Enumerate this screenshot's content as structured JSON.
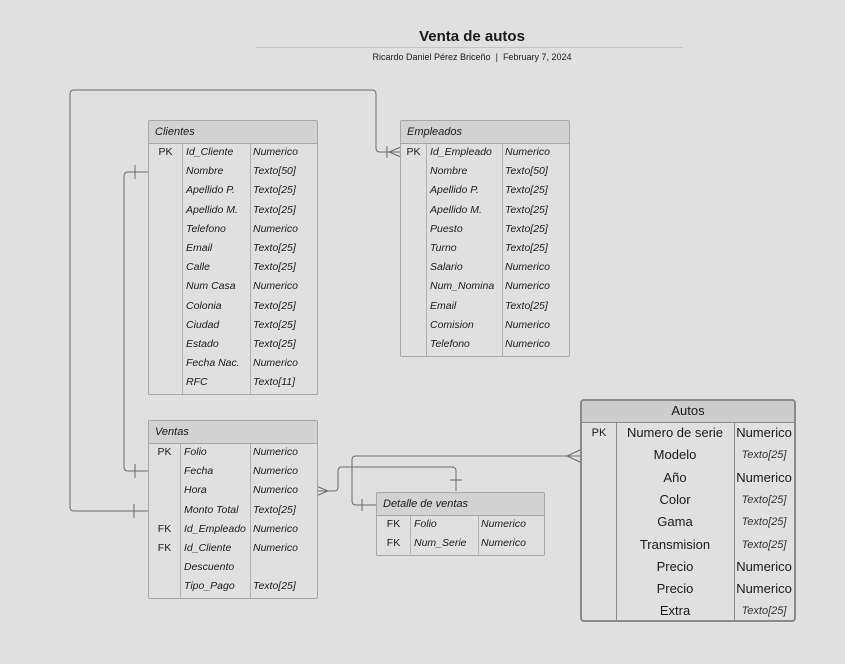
{
  "header": {
    "title": "Venta de autos",
    "author": "Ricardo Daniel Pérez Briceño",
    "separator": "|",
    "date": "February 7, 2024"
  },
  "entities": {
    "clientes": {
      "name": "Clientes",
      "rows": [
        {
          "key": "PK",
          "name": "Id_Cliente",
          "type": "Numerico"
        },
        {
          "key": "",
          "name": "Nombre",
          "type": "Texto[50]"
        },
        {
          "key": "",
          "name": "Apellido P.",
          "type": "Texto[25]"
        },
        {
          "key": "",
          "name": "Apellido M.",
          "type": "Texto[25]"
        },
        {
          "key": "",
          "name": "Telefono",
          "type": "Numerico"
        },
        {
          "key": "",
          "name": "Email",
          "type": "Texto[25]"
        },
        {
          "key": "",
          "name": "Calle",
          "type": "Texto[25]"
        },
        {
          "key": "",
          "name": "Num Casa",
          "type": "Numerico"
        },
        {
          "key": "",
          "name": "Colonia",
          "type": "Texto[25]"
        },
        {
          "key": "",
          "name": "Ciudad",
          "type": "Texto[25]"
        },
        {
          "key": "",
          "name": "Estado",
          "type": "Texto[25]"
        },
        {
          "key": "",
          "name": "Fecha Nac.",
          "type": "Numerico"
        },
        {
          "key": "",
          "name": "RFC",
          "type": "Texto[11]"
        }
      ]
    },
    "empleados": {
      "name": "Empleados",
      "rows": [
        {
          "key": "PK",
          "name": "Id_Empleado",
          "type": "Numerico"
        },
        {
          "key": "",
          "name": "Nombre",
          "type": "Texto[50]"
        },
        {
          "key": "",
          "name": "Apellido P.",
          "type": "Texto[25]"
        },
        {
          "key": "",
          "name": "Apellido M.",
          "type": "Texto[25]"
        },
        {
          "key": "",
          "name": "Puesto",
          "type": "Texto[25]"
        },
        {
          "key": "",
          "name": "Turno",
          "type": "Texto[25]"
        },
        {
          "key": "",
          "name": "Salario",
          "type": "Numerico"
        },
        {
          "key": "",
          "name": "Num_Nomina",
          "type": "Numerico"
        },
        {
          "key": "",
          "name": "Email",
          "type": "Texto[25]"
        },
        {
          "key": "",
          "name": "Comision",
          "type": "Numerico"
        },
        {
          "key": "",
          "name": "Telefono",
          "type": "Numerico"
        }
      ]
    },
    "ventas": {
      "name": "Ventas",
      "rows": [
        {
          "key": "PK",
          "name": "Folio",
          "type": "Numerico"
        },
        {
          "key": "",
          "name": "Fecha",
          "type": "Numerico"
        },
        {
          "key": "",
          "name": "Hora",
          "type": "Numerico"
        },
        {
          "key": "",
          "name": "Monto Total",
          "type": "Texto[25]"
        },
        {
          "key": "FK",
          "name": "Id_Empleado",
          "type": "Numerico"
        },
        {
          "key": "FK",
          "name": "Id_Cliente",
          "type": "Numerico"
        },
        {
          "key": "",
          "name": "Descuento",
          "type": ""
        },
        {
          "key": "",
          "name": "Tipo_Pago",
          "type": "Texto[25]"
        }
      ]
    },
    "detalle": {
      "name": "Detalle de ventas",
      "rows": [
        {
          "key": "FK",
          "name": "Folio",
          "type": "Numerico"
        },
        {
          "key": "FK",
          "name": "Num_Serie",
          "type": "Numerico"
        }
      ]
    },
    "autos": {
      "name": "Autos",
      "rows": [
        {
          "key": "PK",
          "name": "Numero de serie",
          "type": "Numerico"
        },
        {
          "key": "",
          "name": "Modelo",
          "type": "Texto[25]"
        },
        {
          "key": "",
          "name": "Año",
          "type": "Numerico"
        },
        {
          "key": "",
          "name": "Color",
          "type": "Texto[25]"
        },
        {
          "key": "",
          "name": "Gama",
          "type": "Texto[25]"
        },
        {
          "key": "",
          "name": "Transmision",
          "type": "Texto[25]"
        },
        {
          "key": "",
          "name": "Precio",
          "type": "Numerico"
        },
        {
          "key": "",
          "name": "Precio",
          "type": "Numerico"
        },
        {
          "key": "",
          "name": "Extra",
          "type": "Texto[25]"
        }
      ]
    }
  }
}
